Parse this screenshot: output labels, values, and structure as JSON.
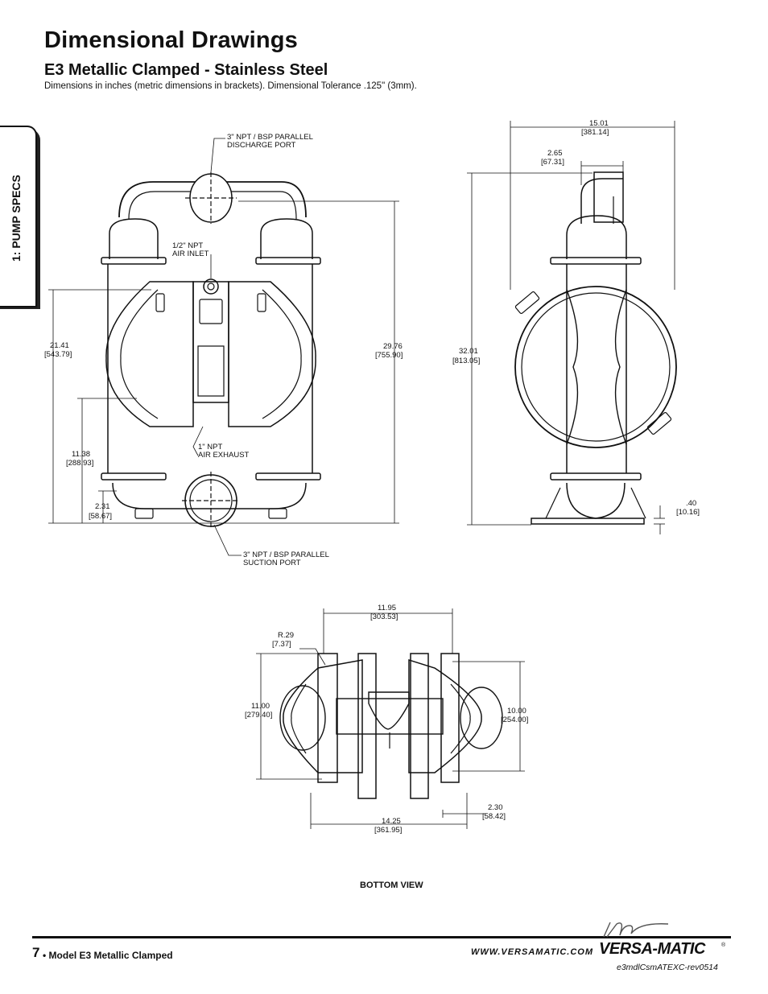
{
  "header": {
    "title": "Dimensional Drawings",
    "subtitle": "E3 Metallic Clamped - Stainless Steel",
    "note": "Dimensions in inches (metric dimensions in brackets). Dimensional Tolerance .125\" (3mm)."
  },
  "side_tab": {
    "label": "1: PUMP SPECS"
  },
  "front_view": {
    "discharge_port": [
      "3\" NPT / BSP PARALLEL",
      "DISCHARGE PORT"
    ],
    "air_inlet": [
      "1/2\" NPT",
      "AIR INLET"
    ],
    "air_exhaust": [
      "1\" NPT",
      "AIR EXHAUST"
    ],
    "suction_port": [
      "3\" NPT / BSP PARALLEL",
      "SUCTION PORT"
    ],
    "dim_21_41": [
      "21.41",
      "[543.79]"
    ],
    "dim_11_38": [
      "11.38",
      "[288.93]"
    ],
    "dim_2_31": [
      "2.31",
      "[58.67]"
    ],
    "dim_29_76": [
      "29.76",
      "[755.90]"
    ]
  },
  "side_view": {
    "dim_15_01": [
      "15.01",
      "[381.14]"
    ],
    "dim_2_65": [
      "2.65",
      "[67.31]"
    ],
    "dim_32_01": [
      "32.01",
      "[813.05]"
    ],
    "dim_0_40": [
      ".40",
      "[10.16]"
    ]
  },
  "bottom_view": {
    "caption": "BOTTOM VIEW",
    "dim_11_95": [
      "11.95",
      "[303.53]"
    ],
    "dim_r_29": [
      "R.29",
      "[7.37]"
    ],
    "dim_11_00": [
      "11.00",
      "[279.40]"
    ],
    "dim_10_00": [
      "10.00",
      "[254.00]"
    ],
    "dim_2_30": [
      "2.30",
      "[58.42]"
    ],
    "dim_14_25": [
      "14.25",
      "[361.95]"
    ]
  },
  "footer": {
    "page_number": "7",
    "model": "• Model E3 Metallic Clamped",
    "website": "WWW.VERSAMATIC.COM",
    "brand": "VERSA-MATIC",
    "registered": "®",
    "revision": "e3mdlCsmATEXC-rev0514"
  }
}
